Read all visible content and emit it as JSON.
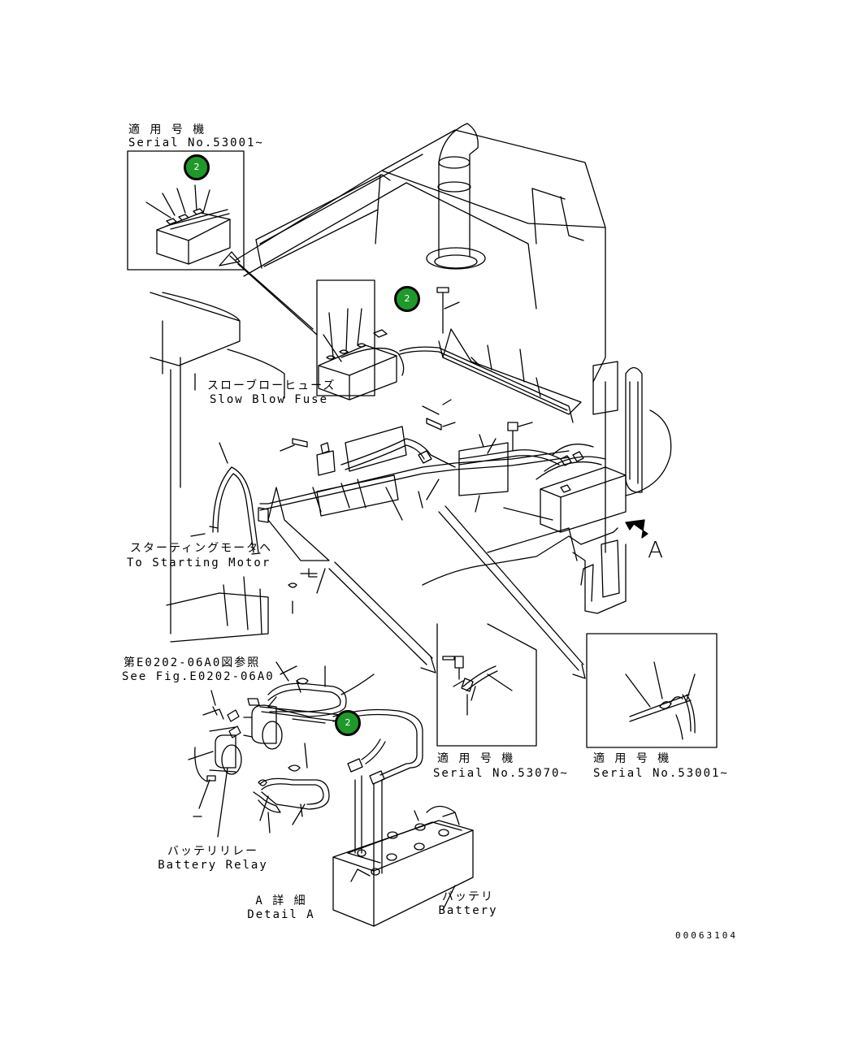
{
  "labels": {
    "serial_top_jp": "適 用 号 機",
    "serial_top_en": "Serial No.53001~",
    "slow_blow_jp": "スローブローヒューズ",
    "slow_blow_en": "Slow Blow Fuse",
    "starting_motor_jp": "スターティングモータヘ",
    "starting_motor_en": "To Starting Motor",
    "see_fig_jp": "第E0202-06A0図参照",
    "see_fig_en": "See Fig.E0202-06A0",
    "battery_relay_jp": "バッテリリレー",
    "battery_relay_en": "Battery Relay",
    "detail_a_jp": "A 詳 細",
    "detail_a_en": "Detail A",
    "battery_jp": "バッテリ",
    "battery_en": "Battery",
    "serial_mid_jp": "適 用 号 機",
    "serial_mid_en": "Serial No.53070~",
    "serial_right_jp": "適 用 号 機",
    "serial_right_en": "Serial No.53001~",
    "view_letter": "A",
    "drawing_code": "00063104"
  },
  "badges": [
    "2",
    "2",
    "2"
  ],
  "colors": {
    "badge_fill": "#1f9a2a",
    "line": "#000000"
  }
}
